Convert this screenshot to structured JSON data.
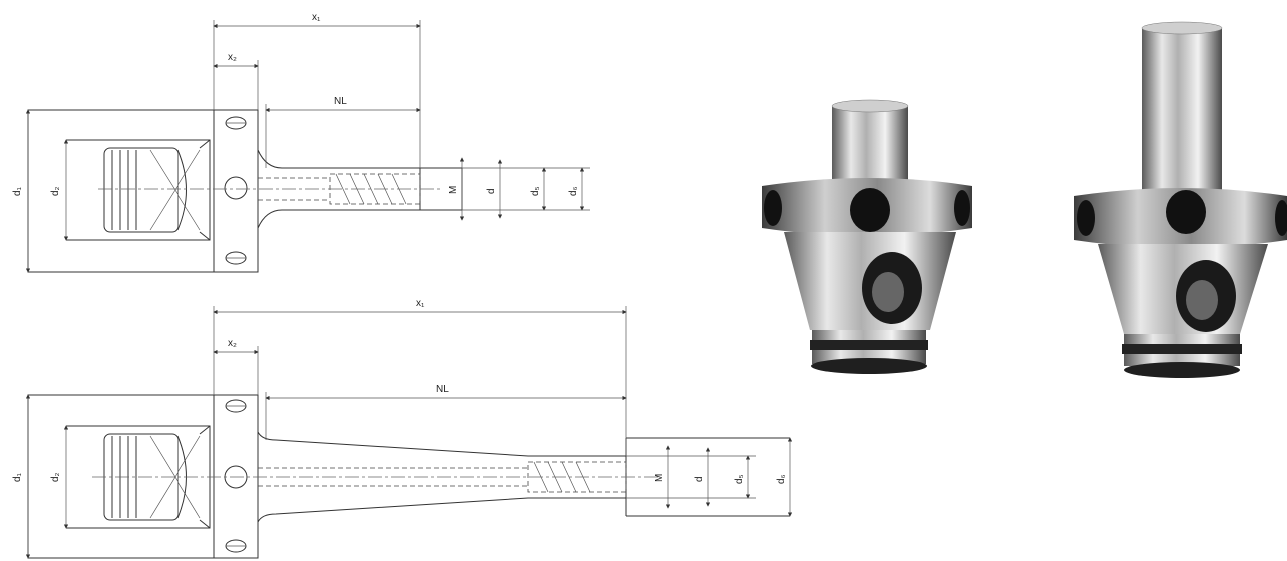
{
  "labels": {
    "x1": "x₁",
    "x2": "x₂",
    "nl": "NL",
    "d1": "d₁",
    "d2": "d₂",
    "d5": "d₅",
    "d6": "d₆",
    "m": "M",
    "d": "d"
  }
}
